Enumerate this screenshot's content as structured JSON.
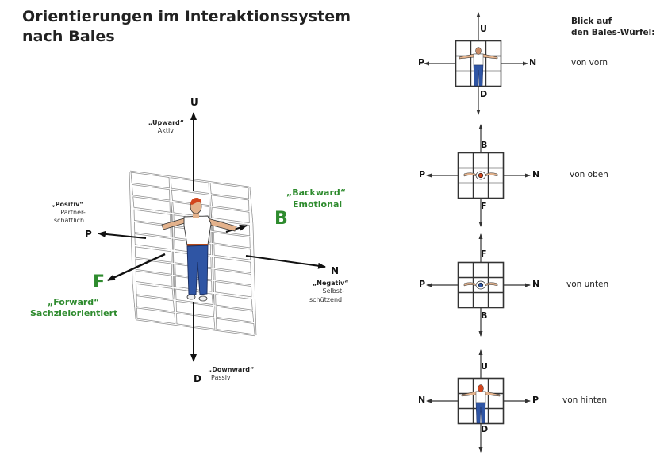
{
  "title": {
    "line1": "Orientierungen im Interaktionssystem",
    "line2": "nach Bales"
  },
  "main_cube": {
    "axes": {
      "up": {
        "letter": "U",
        "quote": "„Upward“",
        "meaning": "Aktiv"
      },
      "down": {
        "letter": "D",
        "quote": "„Downward“",
        "meaning": "Passiv"
      },
      "positive": {
        "letter": "P",
        "quote": "„Positiv“",
        "meaning_line1": "Partner-",
        "meaning_line2": "schaftlich"
      },
      "negative": {
        "letter": "N",
        "quote": "„Negativ“",
        "meaning_line1": "Selbst-",
        "meaning_line2": "schützend"
      },
      "forward": {
        "letter": "F",
        "quote": "„Forward“",
        "meaning": "Sachzielorientiert"
      },
      "backward": {
        "letter": "B",
        "quote": "„Backward“",
        "meaning": "Emotional"
      }
    }
  },
  "side_panel": {
    "heading_line1": "Blick auf",
    "heading_line2": "den Bales-Würfel:",
    "views": [
      {
        "caption": "von vorn",
        "top": "U",
        "bottom": "D",
        "left": "P",
        "right": "N",
        "figure": "front"
      },
      {
        "caption": "von oben",
        "top": "B",
        "bottom": "F",
        "left": "P",
        "right": "N",
        "figure": "top"
      },
      {
        "caption": "von unten",
        "top": "F",
        "bottom": "B",
        "left": "P",
        "right": "N",
        "figure": "bottom"
      },
      {
        "caption": "von hinten",
        "top": "U",
        "bottom": "D",
        "left": "N",
        "right": "P",
        "figure": "back"
      }
    ]
  },
  "colors": {
    "accent_green": "#2e8b2e",
    "cage_line": "#9a9a9a",
    "shirt": "#ffffff",
    "jeans": "#2f55a4",
    "hair": "#d2461e",
    "skin": "#e3b28c"
  }
}
